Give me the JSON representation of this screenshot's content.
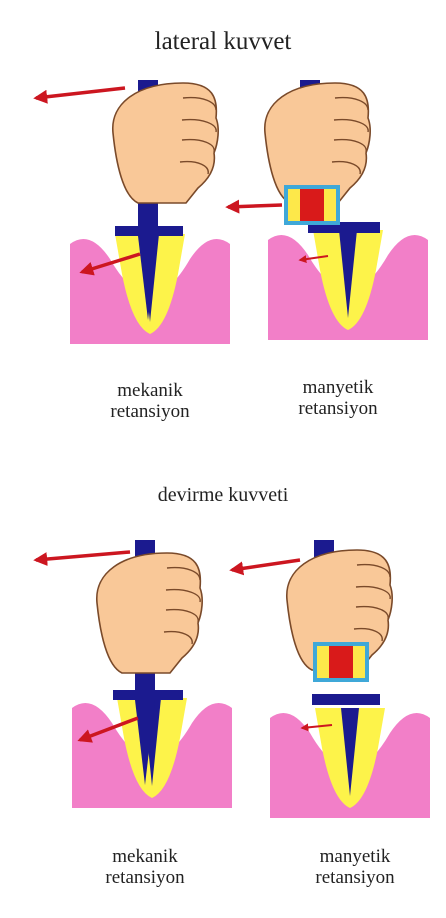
{
  "titles": {
    "lateral": "lateral kuvvet",
    "tipping": "devirme kuvveti"
  },
  "labels": {
    "mechanical": "mekanik\nretansiyon",
    "magnetic": "manyetik\nretansiyon"
  },
  "colors": {
    "gum": "#f27fc8",
    "tooth": "#fdf34a",
    "post": "#1b1a8f",
    "hand": "#f9c898",
    "hand_outline": "#7a4a2a",
    "arrow": "#cc1620",
    "magnet_red": "#d91a1a",
    "magnet_yellow": "#fde84a",
    "magnet_border": "#3fa8d8"
  }
}
